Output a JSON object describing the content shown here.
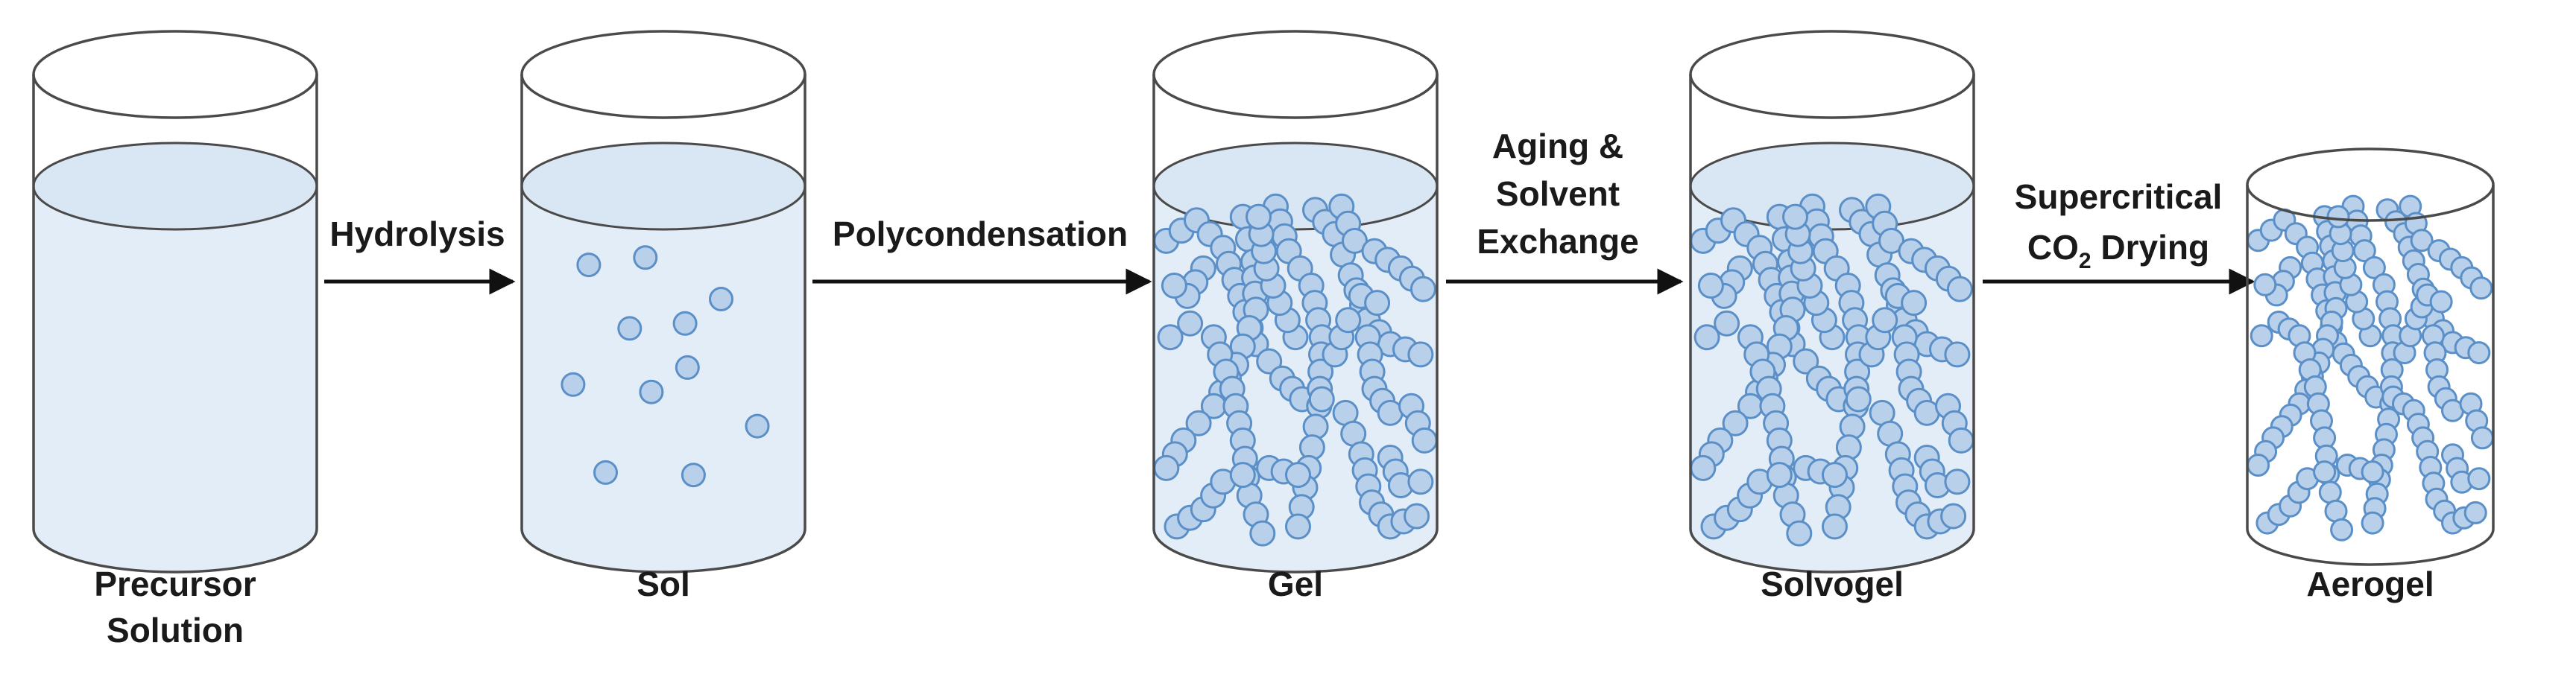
{
  "stages": [
    {
      "id": "precursor",
      "label_lines": [
        "Precursor",
        "Solution"
      ],
      "content": "liquid"
    },
    {
      "id": "sol",
      "label_lines": [
        "Sol"
      ],
      "content": "particles"
    },
    {
      "id": "gel",
      "label_lines": [
        "Gel"
      ],
      "content": "network-liquid"
    },
    {
      "id": "solvogel",
      "label_lines": [
        "Solvogel"
      ],
      "content": "network-liquid"
    },
    {
      "id": "aerogel",
      "label_lines": [
        "Aerogel"
      ],
      "content": "network-dry"
    }
  ],
  "steps": [
    {
      "id": "hydrolysis",
      "label_lines": [
        "Hydrolysis"
      ]
    },
    {
      "id": "polycondensation",
      "label_lines": [
        "Polycondensation"
      ]
    },
    {
      "id": "aging",
      "label_lines": [
        "Aging &",
        "Solvent",
        "Exchange"
      ]
    },
    {
      "id": "drying",
      "label_lines": [
        "Supercritical",
        "CO",
        "Drying"
      ],
      "subscript": "2"
    }
  ],
  "colors": {
    "outline": "#4a4a4a",
    "liquid": "#e3edf7",
    "liquid_top": "#d9e6f3",
    "particle_fill": "#b8d0ea",
    "particle_stroke": "#5b8fc7",
    "arrow": "#111111",
    "text": "#1a1a1a"
  }
}
